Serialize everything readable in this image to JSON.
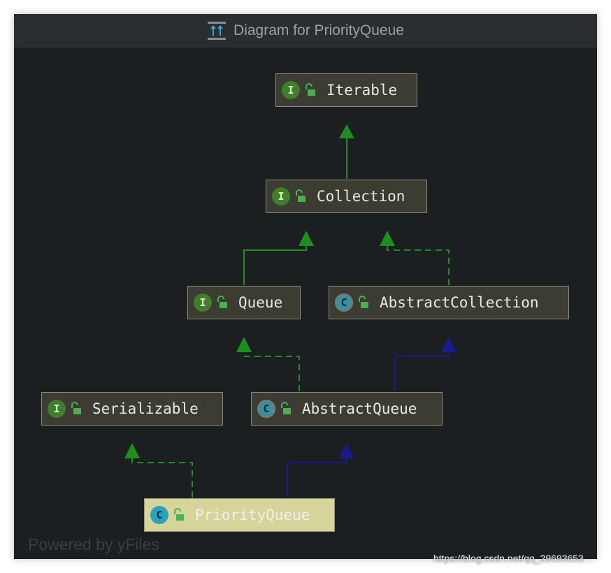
{
  "window": {
    "title": "Diagram for PriorityQueue",
    "icon": "diagram-icon"
  },
  "nodes": {
    "iterable": {
      "kind": "interface",
      "badge": "I",
      "label": "Iterable"
    },
    "collection": {
      "kind": "interface",
      "badge": "I",
      "label": "Collection"
    },
    "queue": {
      "kind": "interface",
      "badge": "I",
      "label": "Queue"
    },
    "abstract_collection": {
      "kind": "abstract-class",
      "badge": "C",
      "label": "AbstractCollection"
    },
    "serializable": {
      "kind": "interface",
      "badge": "I",
      "label": "Serializable"
    },
    "abstract_queue": {
      "kind": "abstract-class",
      "badge": "C",
      "label": "AbstractQueue"
    },
    "priority_queue": {
      "kind": "class",
      "badge": "C",
      "label": "PriorityQueue",
      "selected": true
    }
  },
  "edges": [
    {
      "from": "Collection",
      "to": "Iterable",
      "type": "extends",
      "style": "solid",
      "color": "#1e8f1e"
    },
    {
      "from": "Queue",
      "to": "Collection",
      "type": "extends",
      "style": "solid",
      "color": "#1e8f1e"
    },
    {
      "from": "AbstractCollection",
      "to": "Collection",
      "type": "implements",
      "style": "dashed",
      "color": "#1e8f1e"
    },
    {
      "from": "AbstractQueue",
      "to": "Queue",
      "type": "implements",
      "style": "dashed",
      "color": "#1e8f1e"
    },
    {
      "from": "AbstractQueue",
      "to": "AbstractCollection",
      "type": "extends",
      "style": "solid",
      "color": "#1a1a8a"
    },
    {
      "from": "PriorityQueue",
      "to": "Serializable",
      "type": "implements",
      "style": "dashed",
      "color": "#1e8f1e"
    },
    {
      "from": "PriorityQueue",
      "to": "AbstractQueue",
      "type": "extends",
      "style": "solid",
      "color": "#1a1a8a"
    }
  ],
  "colors": {
    "background": "#1c1f22",
    "node_fill": "#3d3c33",
    "selected_fill": "#d6d49b",
    "interface_badge": "#3f7f2a",
    "class_badge": "#2aa3bd",
    "implements_arrow": "#1e8f1e",
    "extends_class_arrow": "#1a1a8a"
  },
  "watermark": "Powered by yFiles",
  "source_url": "https://blog.csdn.net/qq_29693653"
}
